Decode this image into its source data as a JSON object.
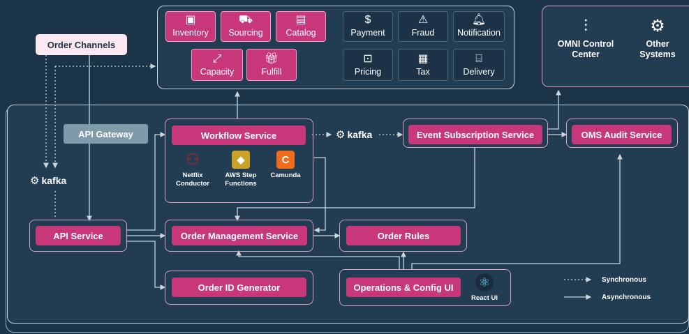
{
  "order_channels": "Order Channels",
  "api_gateway": "API Gateway",
  "kafka_label": "kafka",
  "top_services": {
    "pink": [
      {
        "label": "Inventory",
        "icon": "box-icon"
      },
      {
        "label": "Sourcing",
        "icon": "cart-icon"
      },
      {
        "label": "Catalog",
        "icon": "catalog-icon"
      },
      {
        "label": "Capacity",
        "icon": "expand-icon"
      },
      {
        "label": "Fulfill",
        "icon": "gift-icon"
      }
    ],
    "dark": [
      {
        "label": "Payment",
        "icon": "payment-icon"
      },
      {
        "label": "Fraud",
        "icon": "warning-icon"
      },
      {
        "label": "Notification",
        "icon": "bell-icon"
      },
      {
        "label": "Pricing",
        "icon": "price-tag-icon"
      },
      {
        "label": "Tax",
        "icon": "calculator-icon"
      },
      {
        "label": "Delivery",
        "icon": "delivery-icon"
      }
    ]
  },
  "omni": {
    "control_center": "OMNI Control\nCenter",
    "other_systems": "Other\nSystems"
  },
  "services": {
    "workflow": "Workflow Service",
    "event_subscription": "Event Subscription Service",
    "oms_audit": "OMS Audit Service",
    "api_service": "API Service",
    "order_management": "Order Management Service",
    "order_rules": "Order Rules",
    "order_id_generator": "Order ID Generator",
    "operations_config": "Operations & Config UI"
  },
  "workflow_tools": [
    {
      "label": "Netflix\nConductor",
      "icon": "netflix-conductor-icon",
      "color": "#b52525"
    },
    {
      "label": "AWS Step\nFunctions",
      "icon": "aws-step-functions-icon",
      "color": "#c9a227"
    },
    {
      "label": "Camunda",
      "icon": "camunda-icon",
      "color": "#f26a1b"
    }
  ],
  "react_ui": "React UI",
  "legend": {
    "synchronous": "Synchronous",
    "asynchronous": "Asynchronous"
  },
  "colors": {
    "background": "#1c3447",
    "service_pink": "#c8377a",
    "gateway": "#7f9aa8",
    "channels_bg": "#fbe8f1"
  }
}
